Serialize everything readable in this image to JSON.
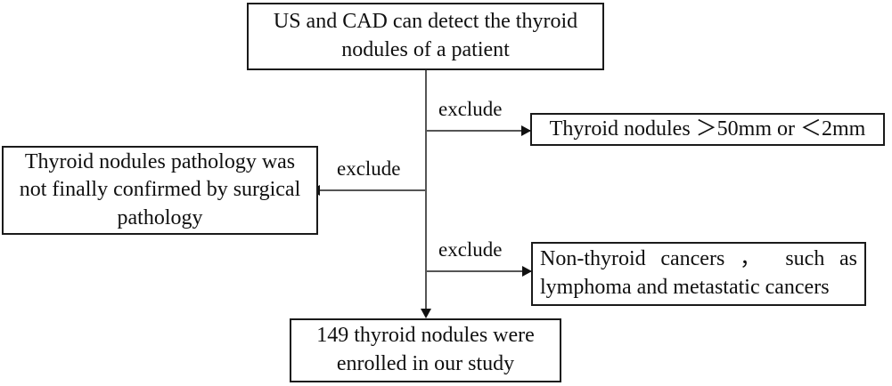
{
  "diagram": {
    "title": "Patient/nodule selection flowchart",
    "type": "flowchart",
    "colors": {
      "box_border": "#1a1a1a",
      "connector": "#555555",
      "arrow_head": "#111111",
      "text": "#101010",
      "background": "#ffffff"
    },
    "nodes": [
      {
        "id": "top",
        "role": "source",
        "text": "US and CAD can detect the thyroid nodules of a patient"
      },
      {
        "id": "exclusion-size",
        "role": "exclusion",
        "text": "Thyroid nodules ＞50mm or ＜2mm"
      },
      {
        "id": "exclusion-pathology",
        "role": "exclusion",
        "text": "Thyroid nodules pathology was not finally confirmed by surgical pathology"
      },
      {
        "id": "exclusion-cancer",
        "role": "exclusion",
        "text": "Non-thyroid cancers ， such as lymphoma and metastatic cancers"
      },
      {
        "id": "final",
        "role": "result",
        "text": "149 thyroid nodules were enrolled in our study"
      }
    ],
    "edges": [
      {
        "id": "edge-size",
        "label": "exclude",
        "from": "top",
        "to": "exclusion-size",
        "direction": "right"
      },
      {
        "id": "edge-pathology",
        "label": "exclude",
        "from": "top",
        "to": "exclusion-pathology",
        "direction": "left"
      },
      {
        "id": "edge-cancer",
        "label": "exclude",
        "from": "top",
        "to": "exclusion-cancer",
        "direction": "right"
      },
      {
        "id": "edge-final",
        "label": "",
        "from": "top",
        "to": "final",
        "direction": "down"
      }
    ]
  }
}
